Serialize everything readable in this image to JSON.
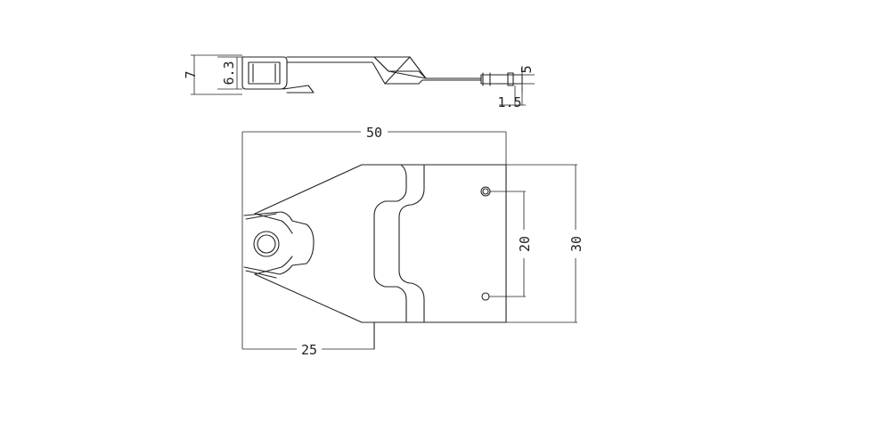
{
  "drawing": {
    "side_view": {
      "dim_overall_height": "7",
      "dim_inner_height": "6.3",
      "dim_end_height": "5",
      "dim_thickness": "1.5"
    },
    "top_view": {
      "dim_length": "50",
      "dim_width": "30",
      "dim_hole_spacing": "20",
      "dim_offset": "25"
    }
  }
}
